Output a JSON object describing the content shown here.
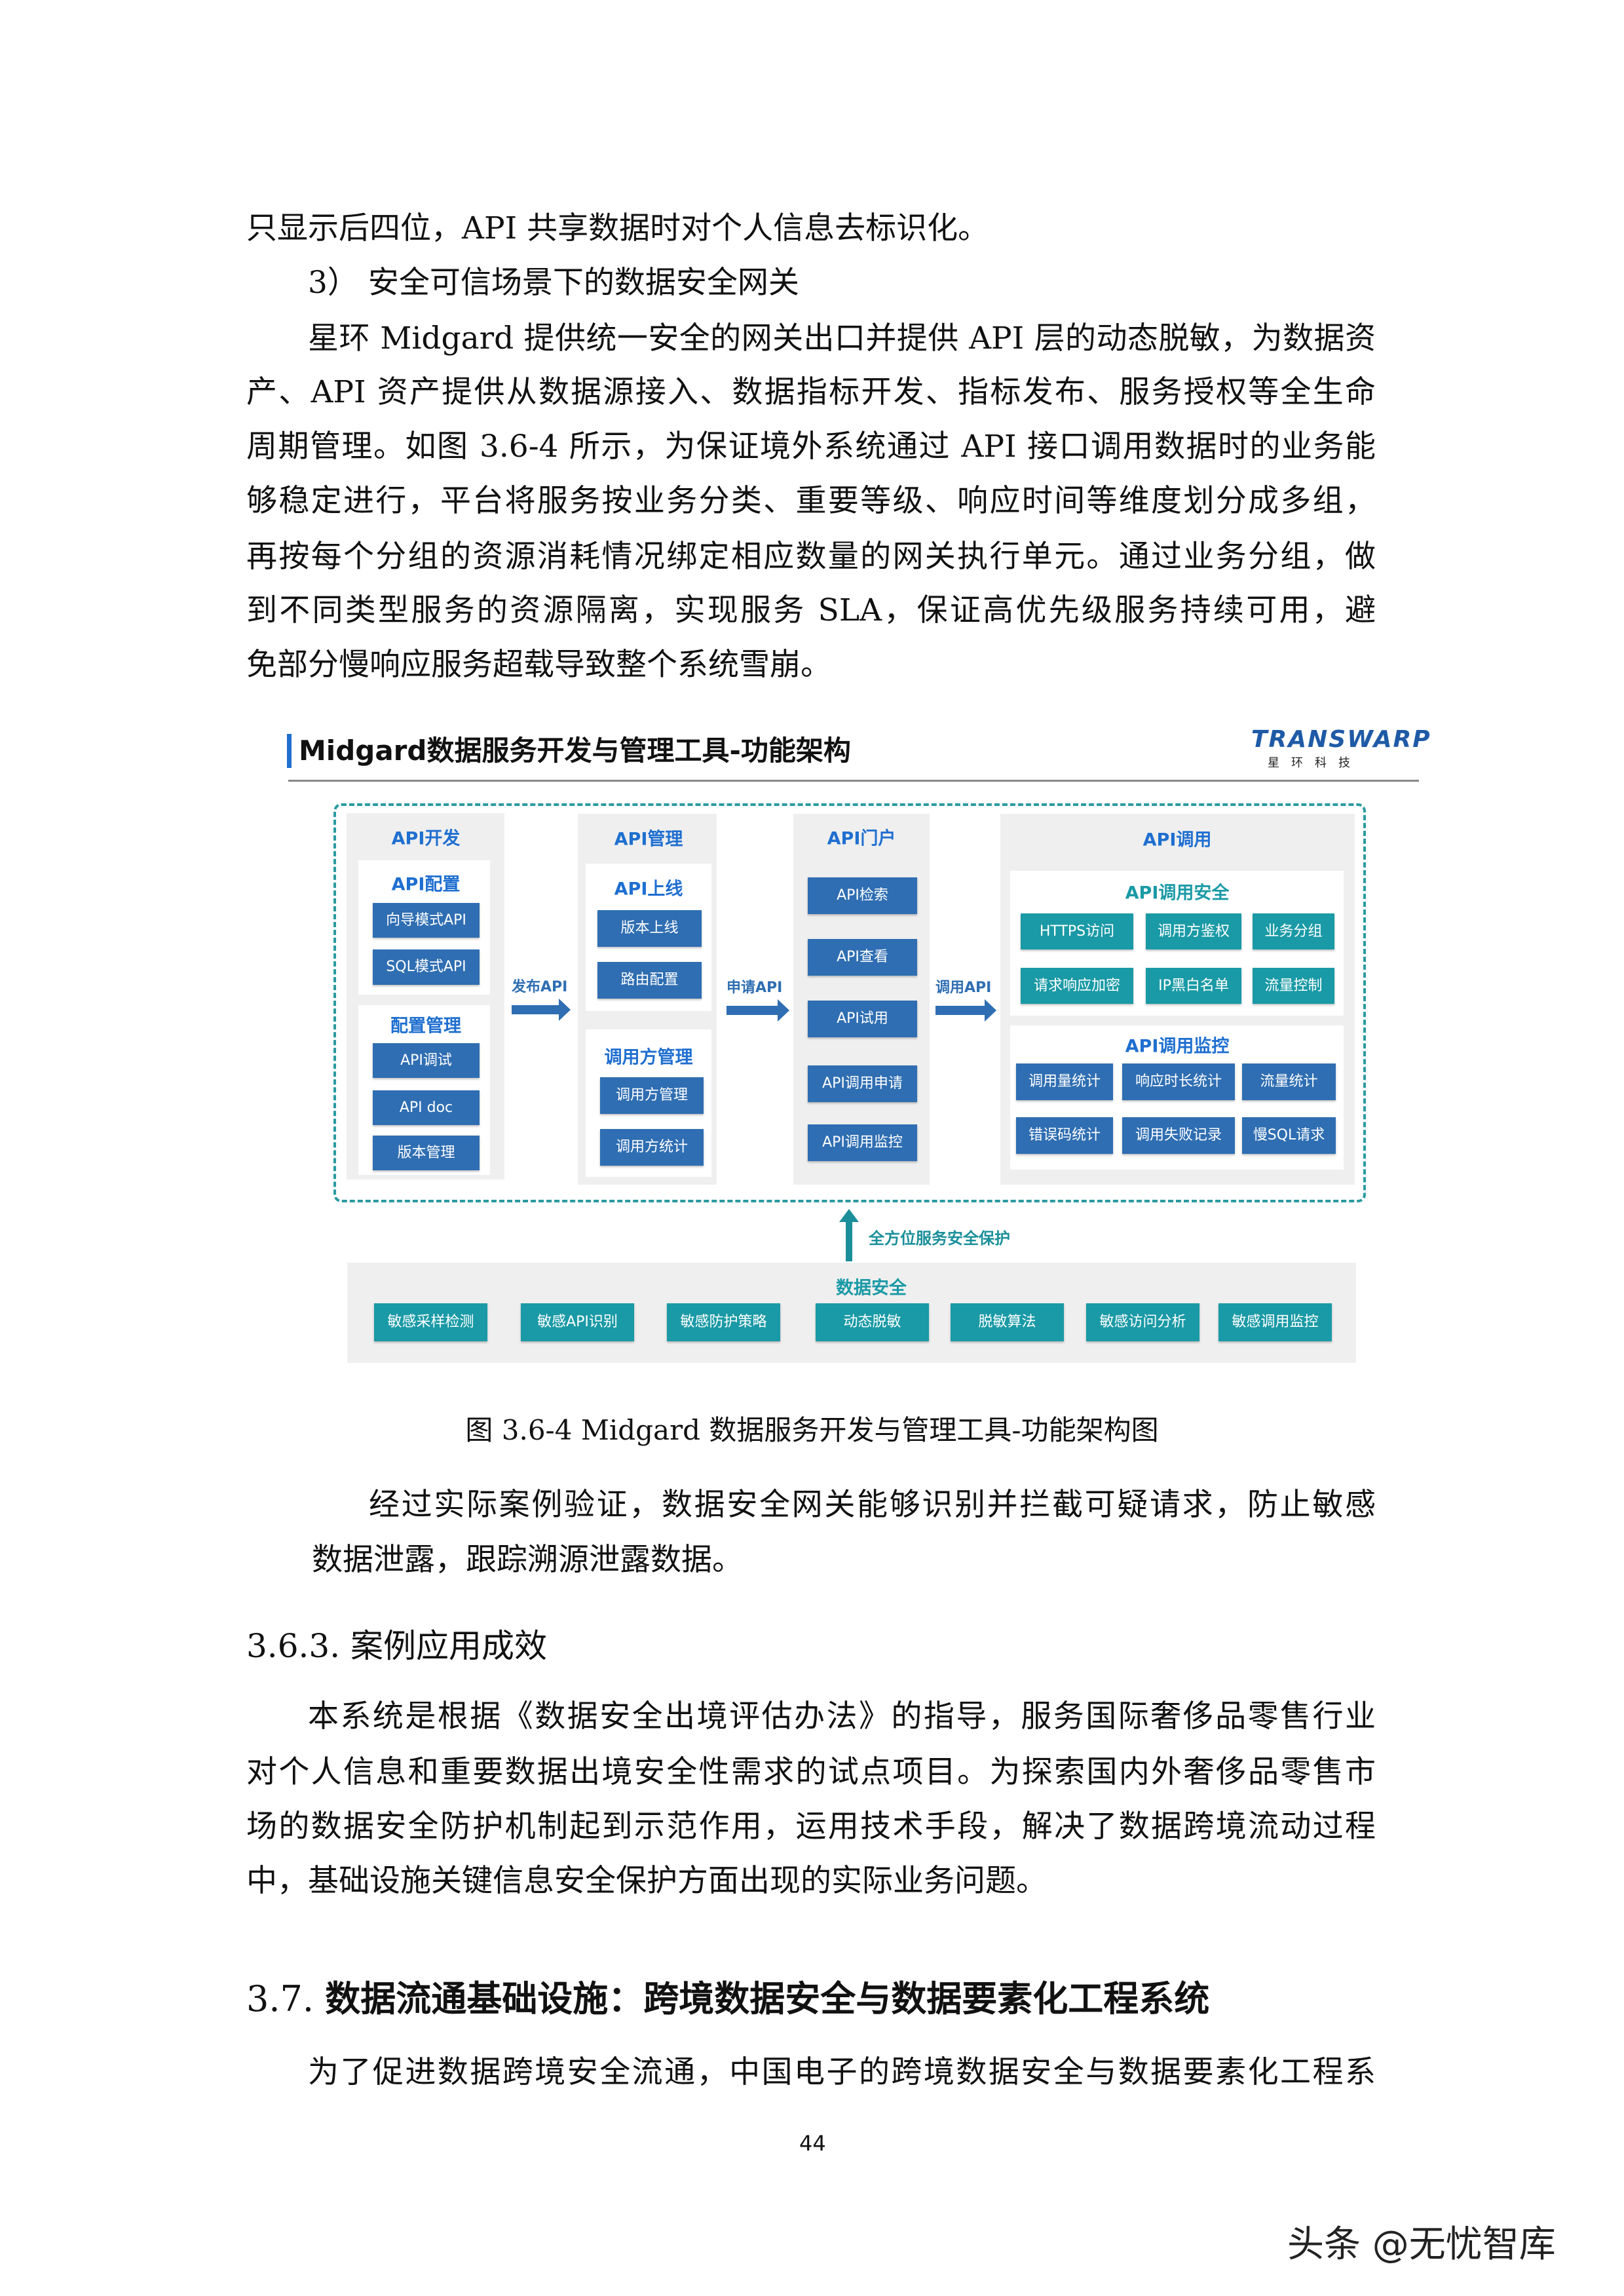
{
  "body": {
    "p1_tail": "只显示后四位，API 共享数据时对个人信息去标识化。",
    "item3": "3） 安全可信场景下的数据安全网关",
    "p2": [
      "星环 Midgard 提供统一安全的网关出口并提供 API 层的动态脱敏，为数据资",
      "产、API 资产提供从数据源接入、数据指标开发、指标发布、服务授权等全生命",
      "周期管理。如图 3.6-4 所示，为保证境外系统通过 API 接口调用数据时的业务能",
      "够稳定进行，平台将服务按业务分类、重要等级、响应时间等维度划分成多组，",
      "再按每个分组的资源消耗情况绑定相应数量的网关执行单元。通过业务分组，做",
      "到不同类型服务的资源隔离，实现服务 SLA，保证高优先级服务持续可用，避",
      "免部分慢响应服务超载导致整个系统雪崩。"
    ],
    "caption": "图  3.6-4 Midgard 数据服务开发与管理工具-功能架构图",
    "p3": [
      "经过实际案例验证，数据安全网关能够识别并拦截可疑请求，防止敏感",
      "数据泄露，跟踪溯源泄露数据。"
    ],
    "h363_num": "3.6.3.",
    "h363_title": "案例应用成效",
    "p4": [
      "本系统是根据《数据安全出境评估办法》的指导，服务国际奢侈品零售行业",
      "对个人信息和重要数据出境安全性需求的试点项目。为探索国内外奢侈品零售市",
      "场的数据安全防护机制起到示范作用，运用技术手段，解决了数据跨境流动过程",
      "中，基础设施关键信息安全保护方面出现的实际业务问题。"
    ],
    "h37_num": "3.7.",
    "h37_title": "数据流通基础设施：跨境数据安全与数据要素化工程系统",
    "p5": [
      "为了促进数据跨境安全流通，中国电子的跨境数据安全与数据要素化工程系"
    ],
    "page_number": "44",
    "watermark": "头条 @无忧智库"
  },
  "figure": {
    "title": "Midgard数据服务开发与管理工具-功能架构",
    "logo_text": "TRANSWARP",
    "logo_sub": "星　环　科　技",
    "colors": {
      "blue": "#2f6eb2",
      "teal": "#1a9aa6",
      "heading": "#1f6fd0",
      "panel": "#efefef"
    },
    "dev": {
      "title": "API开发",
      "config": {
        "title": "API配置",
        "items": [
          "向导模式API",
          "SQL模式API"
        ]
      },
      "manage": {
        "title": "配置管理",
        "items": [
          "API调试",
          "API doc",
          "版本管理"
        ]
      }
    },
    "arrow1": "发布API",
    "mgmt": {
      "title": "API管理",
      "online": {
        "title": "API上线",
        "items": [
          "版本上线",
          "路由配置"
        ]
      },
      "caller": {
        "title": "调用方管理",
        "items": [
          "调用方管理",
          "调用方统计"
        ]
      }
    },
    "arrow2": "申请API",
    "portal": {
      "title": "API门户",
      "items": [
        "API检索",
        "API查看",
        "API试用",
        "API调用申请",
        "API调用监控"
      ]
    },
    "arrow3": "调用API",
    "call": {
      "title": "API调用",
      "security": {
        "title": "API调用安全",
        "items": [
          "HTTPS访问",
          "调用方鉴权",
          "业务分组",
          "请求响应加密",
          "IP黑白名单",
          "流量控制"
        ]
      },
      "monitor": {
        "title": "API调用监控",
        "items": [
          "调用量统计",
          "响应时长统计",
          "流量统计",
          "错误码统计",
          "调用失败记录",
          "慢SQL请求"
        ]
      }
    },
    "protect": "全方位服务安全保护",
    "datasec": {
      "title": "数据安全",
      "items": [
        "敏感采样检测",
        "敏感API识别",
        "敏感防护策略",
        "动态脱敏",
        "脱敏算法",
        "敏感访问分析",
        "敏感调用监控"
      ]
    }
  }
}
